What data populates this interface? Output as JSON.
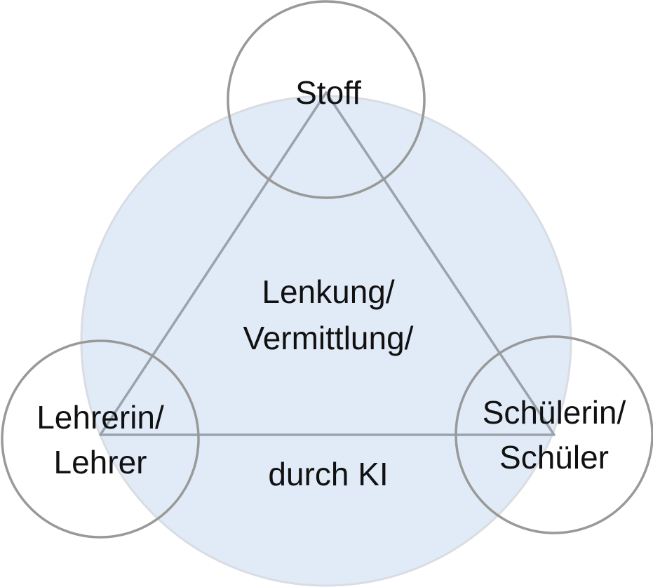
{
  "diagram": {
    "center_label": {
      "line1": "Lenkung/",
      "line2": "Vermittlung/",
      "line3": "durch KI"
    },
    "nodes": {
      "top": {
        "label": "Stoff"
      },
      "left": {
        "line1": "Lehrerin/",
        "line2": "Lehrer"
      },
      "right": {
        "line1": "Schülerin/",
        "line2": "Schüler"
      }
    }
  },
  "colors": {
    "big_circle_fill": "#e1ebf7",
    "big_circle_stroke": "#d9dde3",
    "node_circle_stroke": "#999999",
    "triangle_stroke": "#9aa3ad",
    "text": "#111111"
  }
}
